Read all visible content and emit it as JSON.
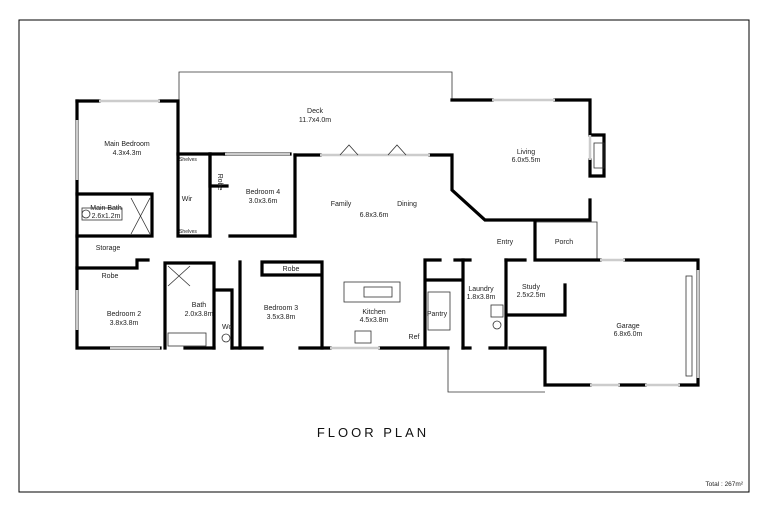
{
  "title": "FLOOR PLAN",
  "total": "Total : 267m²",
  "rooms": {
    "deck": {
      "name": "Deck",
      "size": "11.7x4.0m"
    },
    "main_bedroom": {
      "name": "Main Bedroom",
      "size": "4.3x4.3m"
    },
    "main_bath": {
      "name": "Main Bath",
      "size": "2.6x1.2m"
    },
    "wir": {
      "name": "Wir"
    },
    "shelves_top": {
      "name": "Shelves"
    },
    "shelves_bottom": {
      "name": "Shelves"
    },
    "robe_bed4": {
      "name": "Robe"
    },
    "bedroom4": {
      "name": "Bedroom 4",
      "size": "3.0x3.6m"
    },
    "storage": {
      "name": "Storage"
    },
    "robe_bed2": {
      "name": "Robe"
    },
    "bedroom2": {
      "name": "Bedroom 2",
      "size": "3.8x3.8m"
    },
    "bath": {
      "name": "Bath",
      "size": "2.0x3.8m"
    },
    "wc": {
      "name": "Wc"
    },
    "robe_bed3": {
      "name": "Robe"
    },
    "bedroom3": {
      "name": "Bedroom 3",
      "size": "3.5x3.8m"
    },
    "family": {
      "name": "Family"
    },
    "dining": {
      "name": "Dining"
    },
    "family_dining_size": "6.8x3.6m",
    "kitchen": {
      "name": "Kitchen",
      "size": "4.5x3.8m"
    },
    "pantry": {
      "name": "Pantry"
    },
    "ref": {
      "name": "Ref"
    },
    "living": {
      "name": "Living",
      "size": "6.0x5.5m"
    },
    "entry": {
      "name": "Entry"
    },
    "porch": {
      "name": "Porch"
    },
    "laundry": {
      "name": "Laundry",
      "size": "1.8x3.8m"
    },
    "study": {
      "name": "Study",
      "size": "2.5x2.5m"
    },
    "garage": {
      "name": "Garage",
      "size": "6.8x6.0m"
    }
  }
}
